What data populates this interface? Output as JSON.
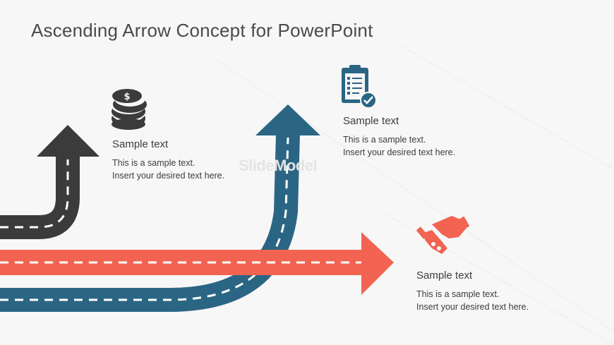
{
  "title": "Ascending Arrow Concept for PowerPoint",
  "watermark": "SlideModel",
  "colors": {
    "dark_road": "#3b3b3b",
    "blue_road": "#2b6584",
    "red_road": "#f26352",
    "dash": "#ffffff",
    "background": "#f7f7f7"
  },
  "items": [
    {
      "icon": "coins-icon",
      "heading": "Sample text",
      "body_line1": "This is a sample text.",
      "body_line2": "Insert your desired text here."
    },
    {
      "icon": "clipboard-checklist-icon",
      "heading": "Sample text",
      "body_line1": "This is a sample text.",
      "body_line2": "Insert your desired text here."
    },
    {
      "icon": "handshake-icon",
      "heading": "Sample text",
      "body_line1": "This is a sample text.",
      "body_line2": "Insert your desired text here."
    }
  ]
}
